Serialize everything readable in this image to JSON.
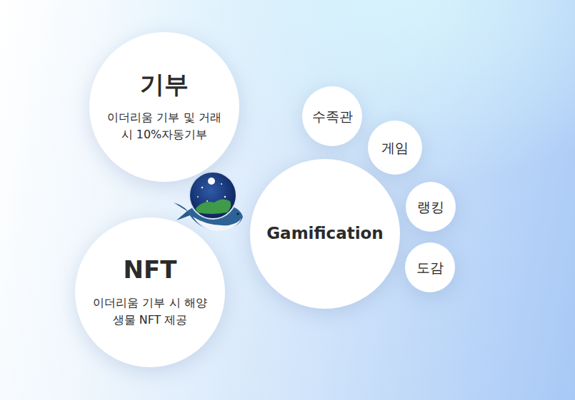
{
  "diagram": {
    "nodes": [
      {
        "text": [
          "기부",
          "이더리움 기부 및 거래 시 10%자동기부"
        ]
      },
      {
        "text": [
          "수족관"
        ]
      },
      {
        "text": [
          "게임"
        ]
      },
      {
        "text": [
          "랭킹"
        ]
      },
      {
        "text": [
          "Gamification"
        ]
      },
      {
        "text": [
          "NFT",
          "이더리움 기부 시 해양생물 NFT 제공"
        ]
      },
      {
        "text": [
          "도감"
        ]
      }
    ]
  }
}
